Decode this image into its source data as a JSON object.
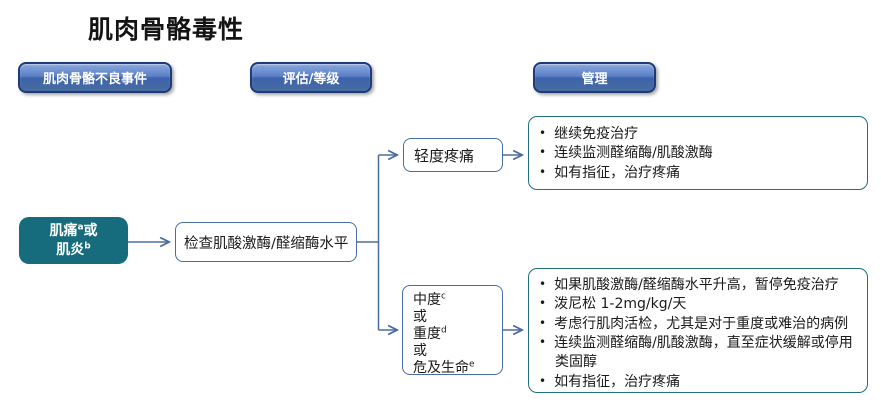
{
  "page": {
    "title": "肌肉骨骼毒性"
  },
  "headers": {
    "events": "肌肉骨骼不良事件",
    "assessment": "评估/等级",
    "management": "管理"
  },
  "flow": {
    "start": {
      "line1_text": "肌痛",
      "line1_sup": "a",
      "line1_tail": "或",
      "line2_text": "肌炎",
      "line2_sup": "b"
    },
    "assess": {
      "label": "检查肌酸激酶/醛缩酶水平"
    },
    "mild": {
      "label": "轻度疼痛"
    },
    "severe": {
      "lines": [
        {
          "text": "中度",
          "sup": "c"
        },
        {
          "text": "或",
          "sup": ""
        },
        {
          "text": "重度",
          "sup": "d"
        },
        {
          "text": "或",
          "sup": ""
        },
        {
          "text": "危及生命",
          "sup": "e"
        }
      ]
    },
    "manage_mild": {
      "bullets": [
        "继续免疫治疗",
        "连续监测醛缩酶/肌酸激酶",
        "如有指征，治疗疼痛"
      ]
    },
    "manage_severe": {
      "bullets": [
        "如果肌酸激酶/醛缩酶水平升高，暂停免疫治疗",
        "泼尼松 1-2mg/kg/天",
        "考虑行肌肉活检，尤其是对于重度或难治的病例",
        "连续监测醛缩酶/肌酸激酶，直至症状缓解或停用类固醇",
        "如有指征，治疗疼痛"
      ]
    }
  },
  "colors": {
    "header_button": "#4a74c0",
    "header_border": "#1e3a77",
    "start_fill": "#166b7d",
    "node_border": "#4a6da1",
    "manage_border": "#20707f",
    "connector": "#4a6da1"
  }
}
